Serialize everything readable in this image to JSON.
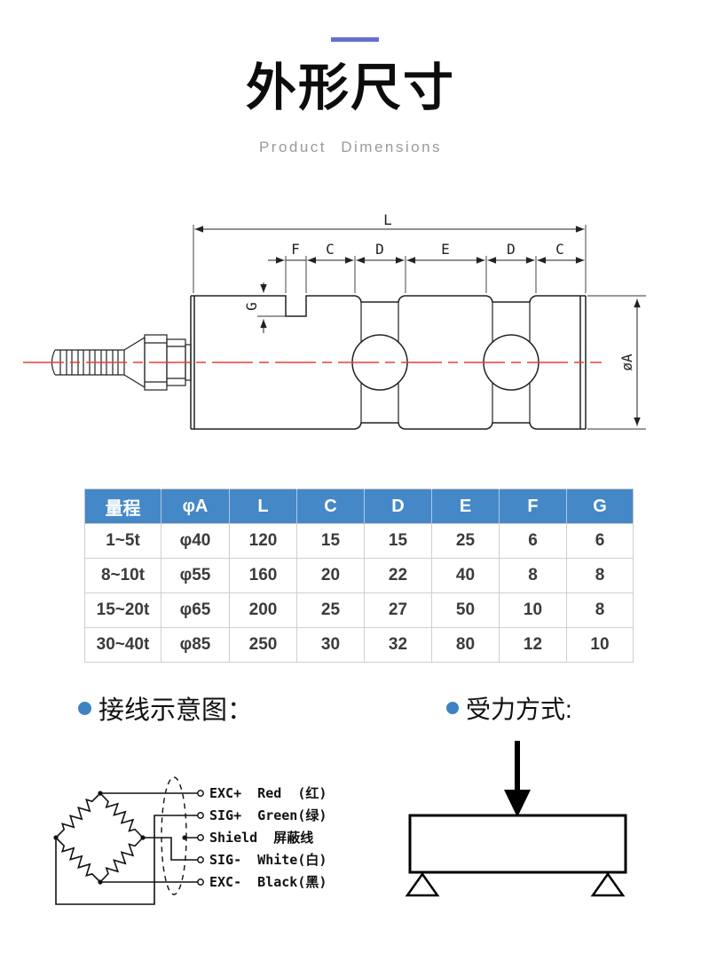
{
  "theme": {
    "accent": "#6470ce",
    "table_header_bg": "#4588c8",
    "bullet_blue": "#3e82c4",
    "centerline_red": "#e04038"
  },
  "header": {
    "title": "外形尺寸",
    "subtitle": "Product Dimensions"
  },
  "drawing": {
    "dim_total_length": "L",
    "dim_segments": [
      "F",
      "C",
      "D",
      "E",
      "D",
      "C"
    ],
    "dim_groove_depth": "G",
    "dim_diameter": "øA"
  },
  "spec_table": {
    "columns": [
      "量程",
      "φA",
      "L",
      "C",
      "D",
      "E",
      "F",
      "G"
    ],
    "rows": [
      [
        "1~5t",
        "φ40",
        "120",
        "15",
        "15",
        "25",
        "6",
        "6"
      ],
      [
        "8~10t",
        "φ55",
        "160",
        "20",
        "22",
        "40",
        "8",
        "8"
      ],
      [
        "15~20t",
        "φ65",
        "200",
        "25",
        "27",
        "50",
        "10",
        "8"
      ],
      [
        "30~40t",
        "φ85",
        "250",
        "30",
        "32",
        "80",
        "12",
        "10"
      ]
    ]
  },
  "wiring": {
    "heading": "接线示意图：",
    "wires": [
      "EXC+  Red  (红)",
      "SIG+  Green(绿)",
      "Shield  屏蔽线",
      "SIG-  White(白)",
      "EXC-  Black(黑)"
    ]
  },
  "force": {
    "heading": "受力方式:"
  }
}
